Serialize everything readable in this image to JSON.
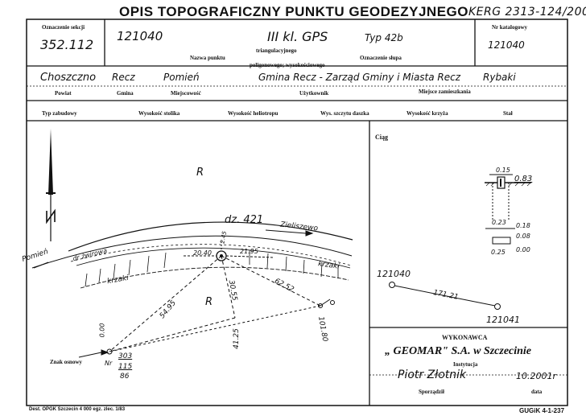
{
  "header": {
    "title": "OPIS TOPOGRAFICZNY PUNKTU GEODEZYJNEGO",
    "reference": "KERG 2313-124/200"
  },
  "section": {
    "label": "Oznaczenie sekcji",
    "value": "352.112"
  },
  "point": {
    "number": "121040",
    "class": "III kl. GPS",
    "type": "Typ 42b",
    "name_label": "Nazwa punktu",
    "triang_label": "triangulacyjnego",
    "polygon_label": "poligonowego; wysokościowego",
    "pillar_label": "Oznaczenie słupa"
  },
  "catalog": {
    "label": "Nr katalogowy",
    "value": "121040"
  },
  "location": {
    "powiat": "Choszczno",
    "gmina": "Recz",
    "miejscowosc": "Pomień",
    "uzytkownik": "Gmina Recz - Zarząd Gminy i Miasta Recz",
    "miejsce": "Rybaki"
  },
  "location_labels": {
    "powiat": "Powiat",
    "gmina": "Gmina",
    "miejscowosc": "Miejscowość",
    "uzytkownik": "Użytkownik",
    "miejsce": "Miejsce zamieszkania"
  },
  "structure_labels": {
    "typ": "Typ zabudowy",
    "wys_stolika": "Wysokość stolika",
    "wys_heliotropu": "Wysokość heliotropu",
    "wys_daszka": "Wys. szczytu daszka",
    "wys_krzyza": "Wysokość krzyża",
    "stal": "Stał"
  },
  "sketch": {
    "area_r_top": "R",
    "area_r_bottom": "R",
    "road": "dz. 421",
    "village": "Zieliszewo",
    "road_west": "Pomień",
    "road_type": "dr żwirowa",
    "bushes_left": "krzaki",
    "bushes_right": "krzaki",
    "dist_left": "20.40",
    "dist_right": "21.95",
    "dist_tiny": "2.45",
    "dist_d1": "54.95",
    "dist_d2": "30.55",
    "dist_d3": "62.52",
    "dist_d4": "41.25",
    "dist_d5": "101.80",
    "dist_d6": "0.00",
    "mark_label": "Znak osnowy",
    "mark_nr": "Nr",
    "mark_num": "303",
    "mark_den1": "115",
    "mark_den2": "86"
  },
  "side_panel": {
    "label": "Ciąg",
    "dim_top": "0.15",
    "dim_top_right": "0.83",
    "dim_mid": "0.23",
    "dim_018": "0.18",
    "dim_008": "0.08",
    "dim_025": "0.25",
    "dim_000": "0.00",
    "pt_a": "121040",
    "distance": "171.21",
    "pt_b": "121041"
  },
  "contractor": {
    "label": "WYKONAWCA",
    "name": "„ GEOMAR\" S.A. w Szczecinie",
    "inst_label": "Instytucja",
    "person": "Piotr Złotnik",
    "date": "10.2001r",
    "author_label": "Sporządził",
    "date_label": "data"
  },
  "footer": {
    "left": "Dest. OPGK Szczecin 4 000 egz. zlec. 1/83",
    "right": "GUGiK 4-1-237"
  }
}
